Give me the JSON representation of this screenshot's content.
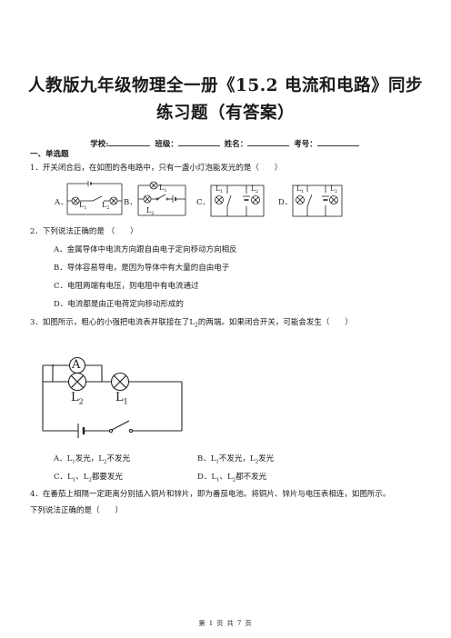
{
  "title": {
    "line1": "人教版九年级物理全一册《15.2 电流和电路》同步",
    "line2": "练习题（有答案）"
  },
  "info": {
    "school": "学校:",
    "class": "班级：",
    "name": "姓名：",
    "exam": "考号："
  },
  "section1": "一、单选题",
  "q1": {
    "stem": "1．开关闭合后，在如图的各电路中，只有一盏小灯泡能发光的是（　　）",
    "labels": [
      "A．",
      "B．",
      "C．",
      "D．"
    ],
    "l1": "L",
    "l1_sub": "1",
    "l2": "L",
    "l2_sub": "2"
  },
  "q2": {
    "stem": "2．下列说法正确的是 （　　）",
    "options": [
      "A．金属导体中电流方向跟自由电子定向移动方向相反",
      "B．导体容易导电，是因为导体中有大量的自由电子",
      "C．电阻两端有电压，则电阻中有电流通过",
      "D．电流都是由正电荷定向移动形成的"
    ]
  },
  "q3": {
    "stem_a": "3．如图所示，粗心的小强把电流表并联接在了L",
    "stem_sub": "2",
    "stem_b": "的两端。如果闭合开关，可能会发生（　　）",
    "ammeter": "A",
    "options": [
      [
        "A．L",
        "1",
        "发光，L",
        "2",
        "不发光"
      ],
      [
        "B．L",
        "1",
        "不发光，L",
        "2",
        "发光"
      ],
      [
        "C．L",
        "1",
        "、L",
        "2",
        "都要发光"
      ],
      [
        "D．L",
        "1",
        "、L",
        "2",
        "都不发光"
      ]
    ]
  },
  "q4": {
    "line1": "4．在番茄上相隔一定距离分别插入铜片和锌片，即为番茄电池。将铜片、锌片与电压表相连，如图所示。",
    "line2": "下列说法正确的是（　　）"
  },
  "footer": "第 1 页 共 7 页"
}
